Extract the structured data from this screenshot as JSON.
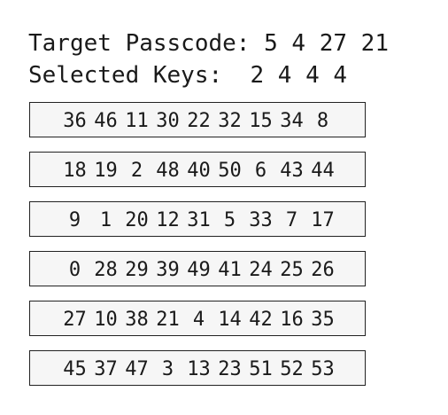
{
  "header": {
    "target_label": "Target Passcode:",
    "target_value": "5 4 27 21",
    "selected_label": "Selected Keys:",
    "selected_value": "2 4 4 4"
  },
  "keypad": {
    "rows": [
      [
        "36",
        "46",
        "11",
        "30",
        "22",
        "32",
        "15",
        "34",
        "8"
      ],
      [
        "18",
        "19",
        "2",
        "48",
        "40",
        "50",
        "6",
        "43",
        "44"
      ],
      [
        "9",
        "1",
        "20",
        "12",
        "31",
        "5",
        "33",
        "7",
        "17"
      ],
      [
        "0",
        "28",
        "29",
        "39",
        "49",
        "41",
        "24",
        "25",
        "26"
      ],
      [
        "27",
        "10",
        "38",
        "21",
        "4",
        "14",
        "42",
        "16",
        "35"
      ],
      [
        "45",
        "37",
        "47",
        "3",
        "13",
        "23",
        "51",
        "52",
        "53"
      ]
    ]
  }
}
